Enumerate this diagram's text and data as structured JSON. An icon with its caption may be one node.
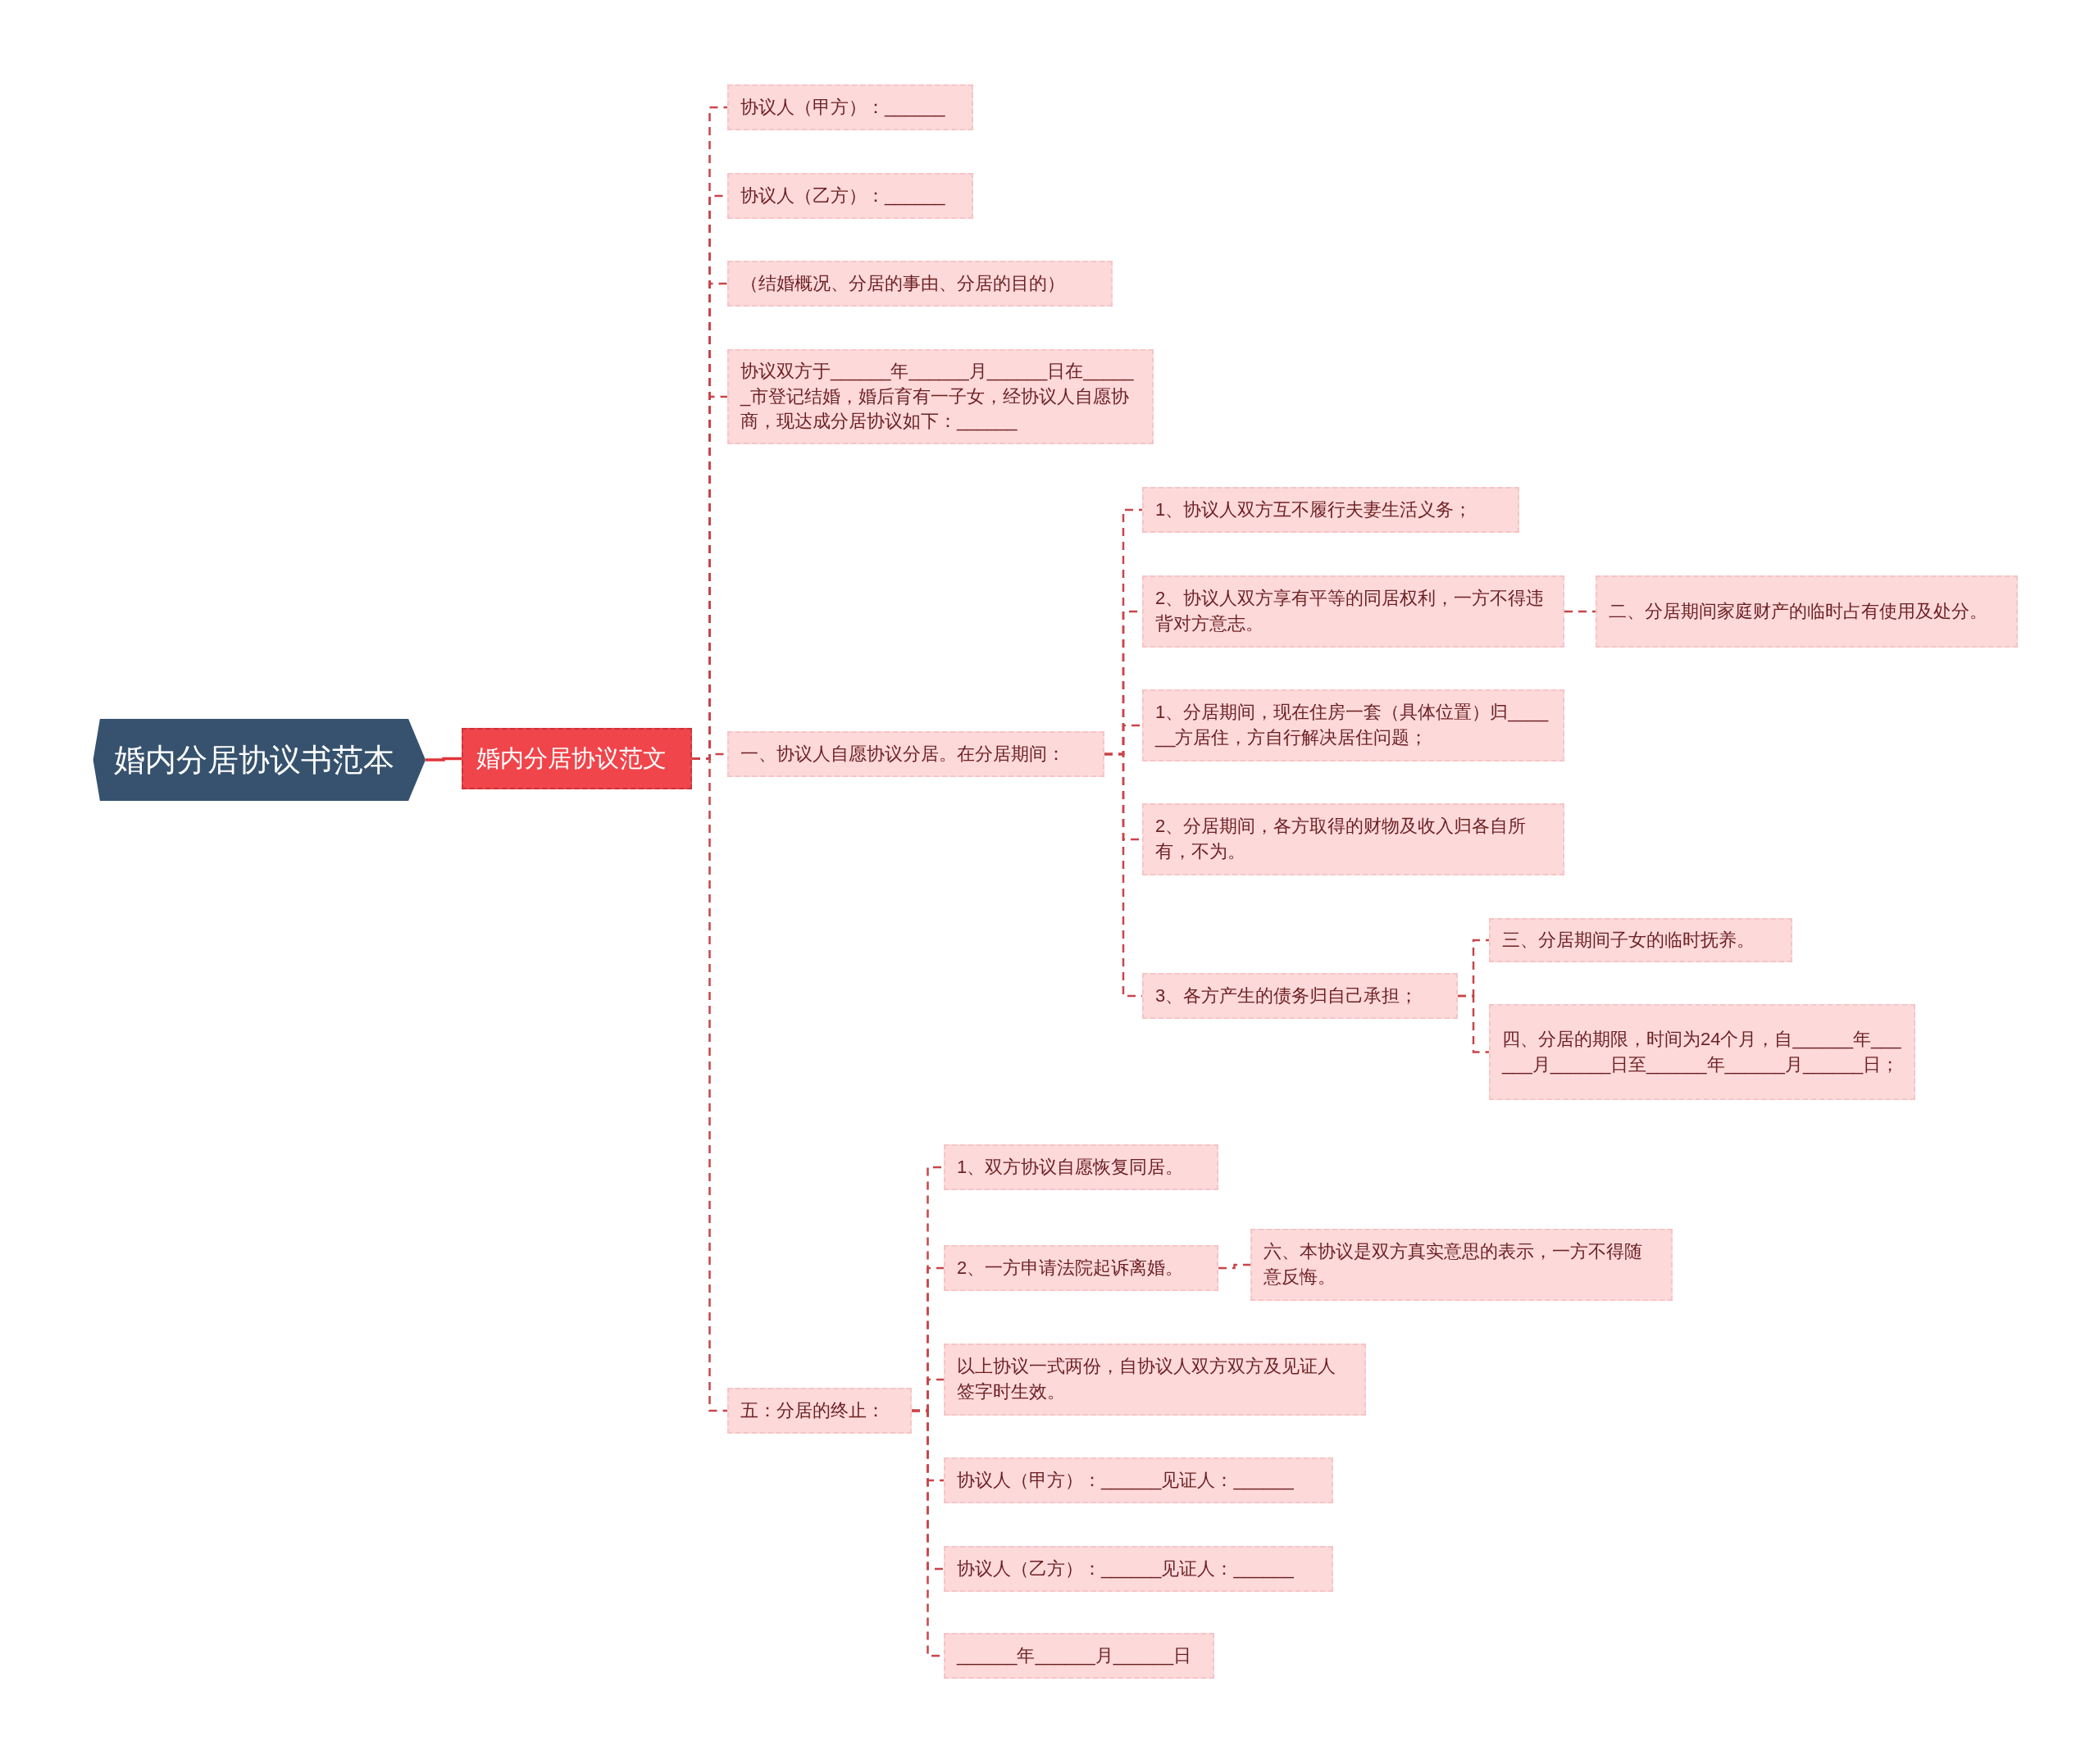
{
  "diagram": {
    "nodes": [
      {
        "text": [
          "婚内分居协议书范本"
        ]
      },
      {
        "text": [
          "婚内分居协议范文"
        ]
      },
      {
        "text": [
          "协议人（甲方）：______"
        ]
      },
      {
        "text": [
          "协议人（乙方）：______"
        ]
      },
      {
        "text": [
          "（结婚概况、分居的事由、分居的目的）"
        ]
      },
      {
        "text": [
          "协议双方于______年______月______日在______市登记结婚，婚后育有一子女，经协议人自愿协商，现达成分居协议如下：______"
        ]
      },
      {
        "text": [
          "一、协议人自愿协议分居。在分居期间："
        ]
      },
      {
        "text": [
          "1、协议人双方互不履行夫妻生活义务；"
        ]
      },
      {
        "text": [
          "2、协议人双方享有平等的同居权利，一方不得违背对方意志。"
        ]
      },
      {
        "text": [
          "二、分居期间家庭财产的临时占有使用及处分。"
        ]
      },
      {
        "text": [
          "1、分居期间，现在住房一套（具体位置）归______方居住，方自行解决居住问题；"
        ]
      },
      {
        "text": [
          "2、分居期间，各方取得的财物及收入归各自所有，不为。"
        ]
      },
      {
        "text": [
          "3、各方产生的债务归自己承担；"
        ]
      },
      {
        "text": [
          "三、分居期间子女的临时抚养。"
        ]
      },
      {
        "text": [
          "四、分居的期限，时间为24个月，自______年______月______日至______年______月______日；"
        ]
      },
      {
        "text": [
          "五：分居的终止："
        ]
      },
      {
        "text": [
          "1、双方协议自愿恢复同居。"
        ]
      },
      {
        "text": [
          "2、一方申请法院起诉离婚。"
        ]
      },
      {
        "text": [
          "六、本协议是双方真实意思的表示，一方不得随意反悔。"
        ]
      },
      {
        "text": [
          "以上协议一式两份，自协议人双方双方及见证人签字时生效。"
        ]
      },
      {
        "text": [
          "协议人（甲方）：______见证人：______"
        ]
      },
      {
        "text": [
          "协议人（乙方）：______见证人：______"
        ]
      },
      {
        "text": [
          "______年______月______日"
        ]
      }
    ],
    "edges": [
      {
        "from": 0,
        "to": 1,
        "arrow": "none"
      },
      {
        "from": 1,
        "to": 2,
        "arrow": "none",
        "style": "dashed"
      },
      {
        "from": 1,
        "to": 3,
        "arrow": "none",
        "style": "dashed"
      },
      {
        "from": 1,
        "to": 4,
        "arrow": "none",
        "style": "dashed"
      },
      {
        "from": 1,
        "to": 5,
        "arrow": "none",
        "style": "dashed"
      },
      {
        "from": 1,
        "to": 6,
        "arrow": "none",
        "style": "dashed"
      },
      {
        "from": 1,
        "to": 15,
        "arrow": "none",
        "style": "dashed"
      },
      {
        "from": 6,
        "to": 7,
        "arrow": "none",
        "style": "dashed"
      },
      {
        "from": 6,
        "to": 8,
        "arrow": "none",
        "style": "dashed"
      },
      {
        "from": 6,
        "to": 10,
        "arrow": "none",
        "style": "dashed"
      },
      {
        "from": 6,
        "to": 11,
        "arrow": "none",
        "style": "dashed"
      },
      {
        "from": 6,
        "to": 12,
        "arrow": "none",
        "style": "dashed"
      },
      {
        "from": 8,
        "to": 9,
        "arrow": "none",
        "style": "dashed"
      },
      {
        "from": 12,
        "to": 13,
        "arrow": "none",
        "style": "dashed"
      },
      {
        "from": 12,
        "to": 14,
        "arrow": "none",
        "style": "dashed"
      },
      {
        "from": 15,
        "to": 16,
        "arrow": "none",
        "style": "dashed"
      },
      {
        "from": 15,
        "to": 17,
        "arrow": "none",
        "style": "dashed"
      },
      {
        "from": 15,
        "to": 19,
        "arrow": "none",
        "style": "dashed"
      },
      {
        "from": 15,
        "to": 20,
        "arrow": "none",
        "style": "dashed"
      },
      {
        "from": 15,
        "to": 21,
        "arrow": "none",
        "style": "dashed"
      },
      {
        "from": 15,
        "to": 22,
        "arrow": "none",
        "style": "dashed"
      },
      {
        "from": 17,
        "to": 18,
        "arrow": "none",
        "style": "dashed"
      }
    ]
  }
}
